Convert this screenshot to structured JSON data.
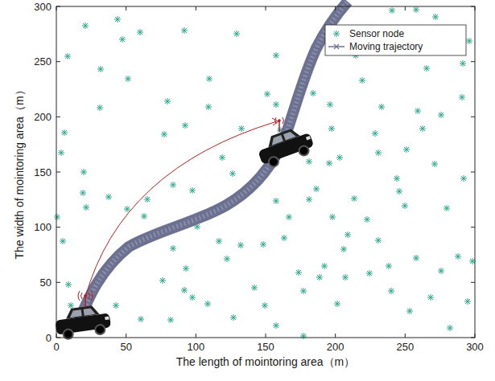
{
  "diagram": {
    "labels": [
      "0",
      "50",
      "100",
      "150",
      "200",
      "250",
      "300",
      "0",
      "50",
      "100",
      "150",
      "200",
      "250",
      "300",
      "The length of mointoring area（m）",
      "The width of mointoring area（m）"
    ],
    "legend": [
      {
        "text": "Sensor node"
      },
      {
        "text": "Moving trajectory"
      }
    ]
  }
}
